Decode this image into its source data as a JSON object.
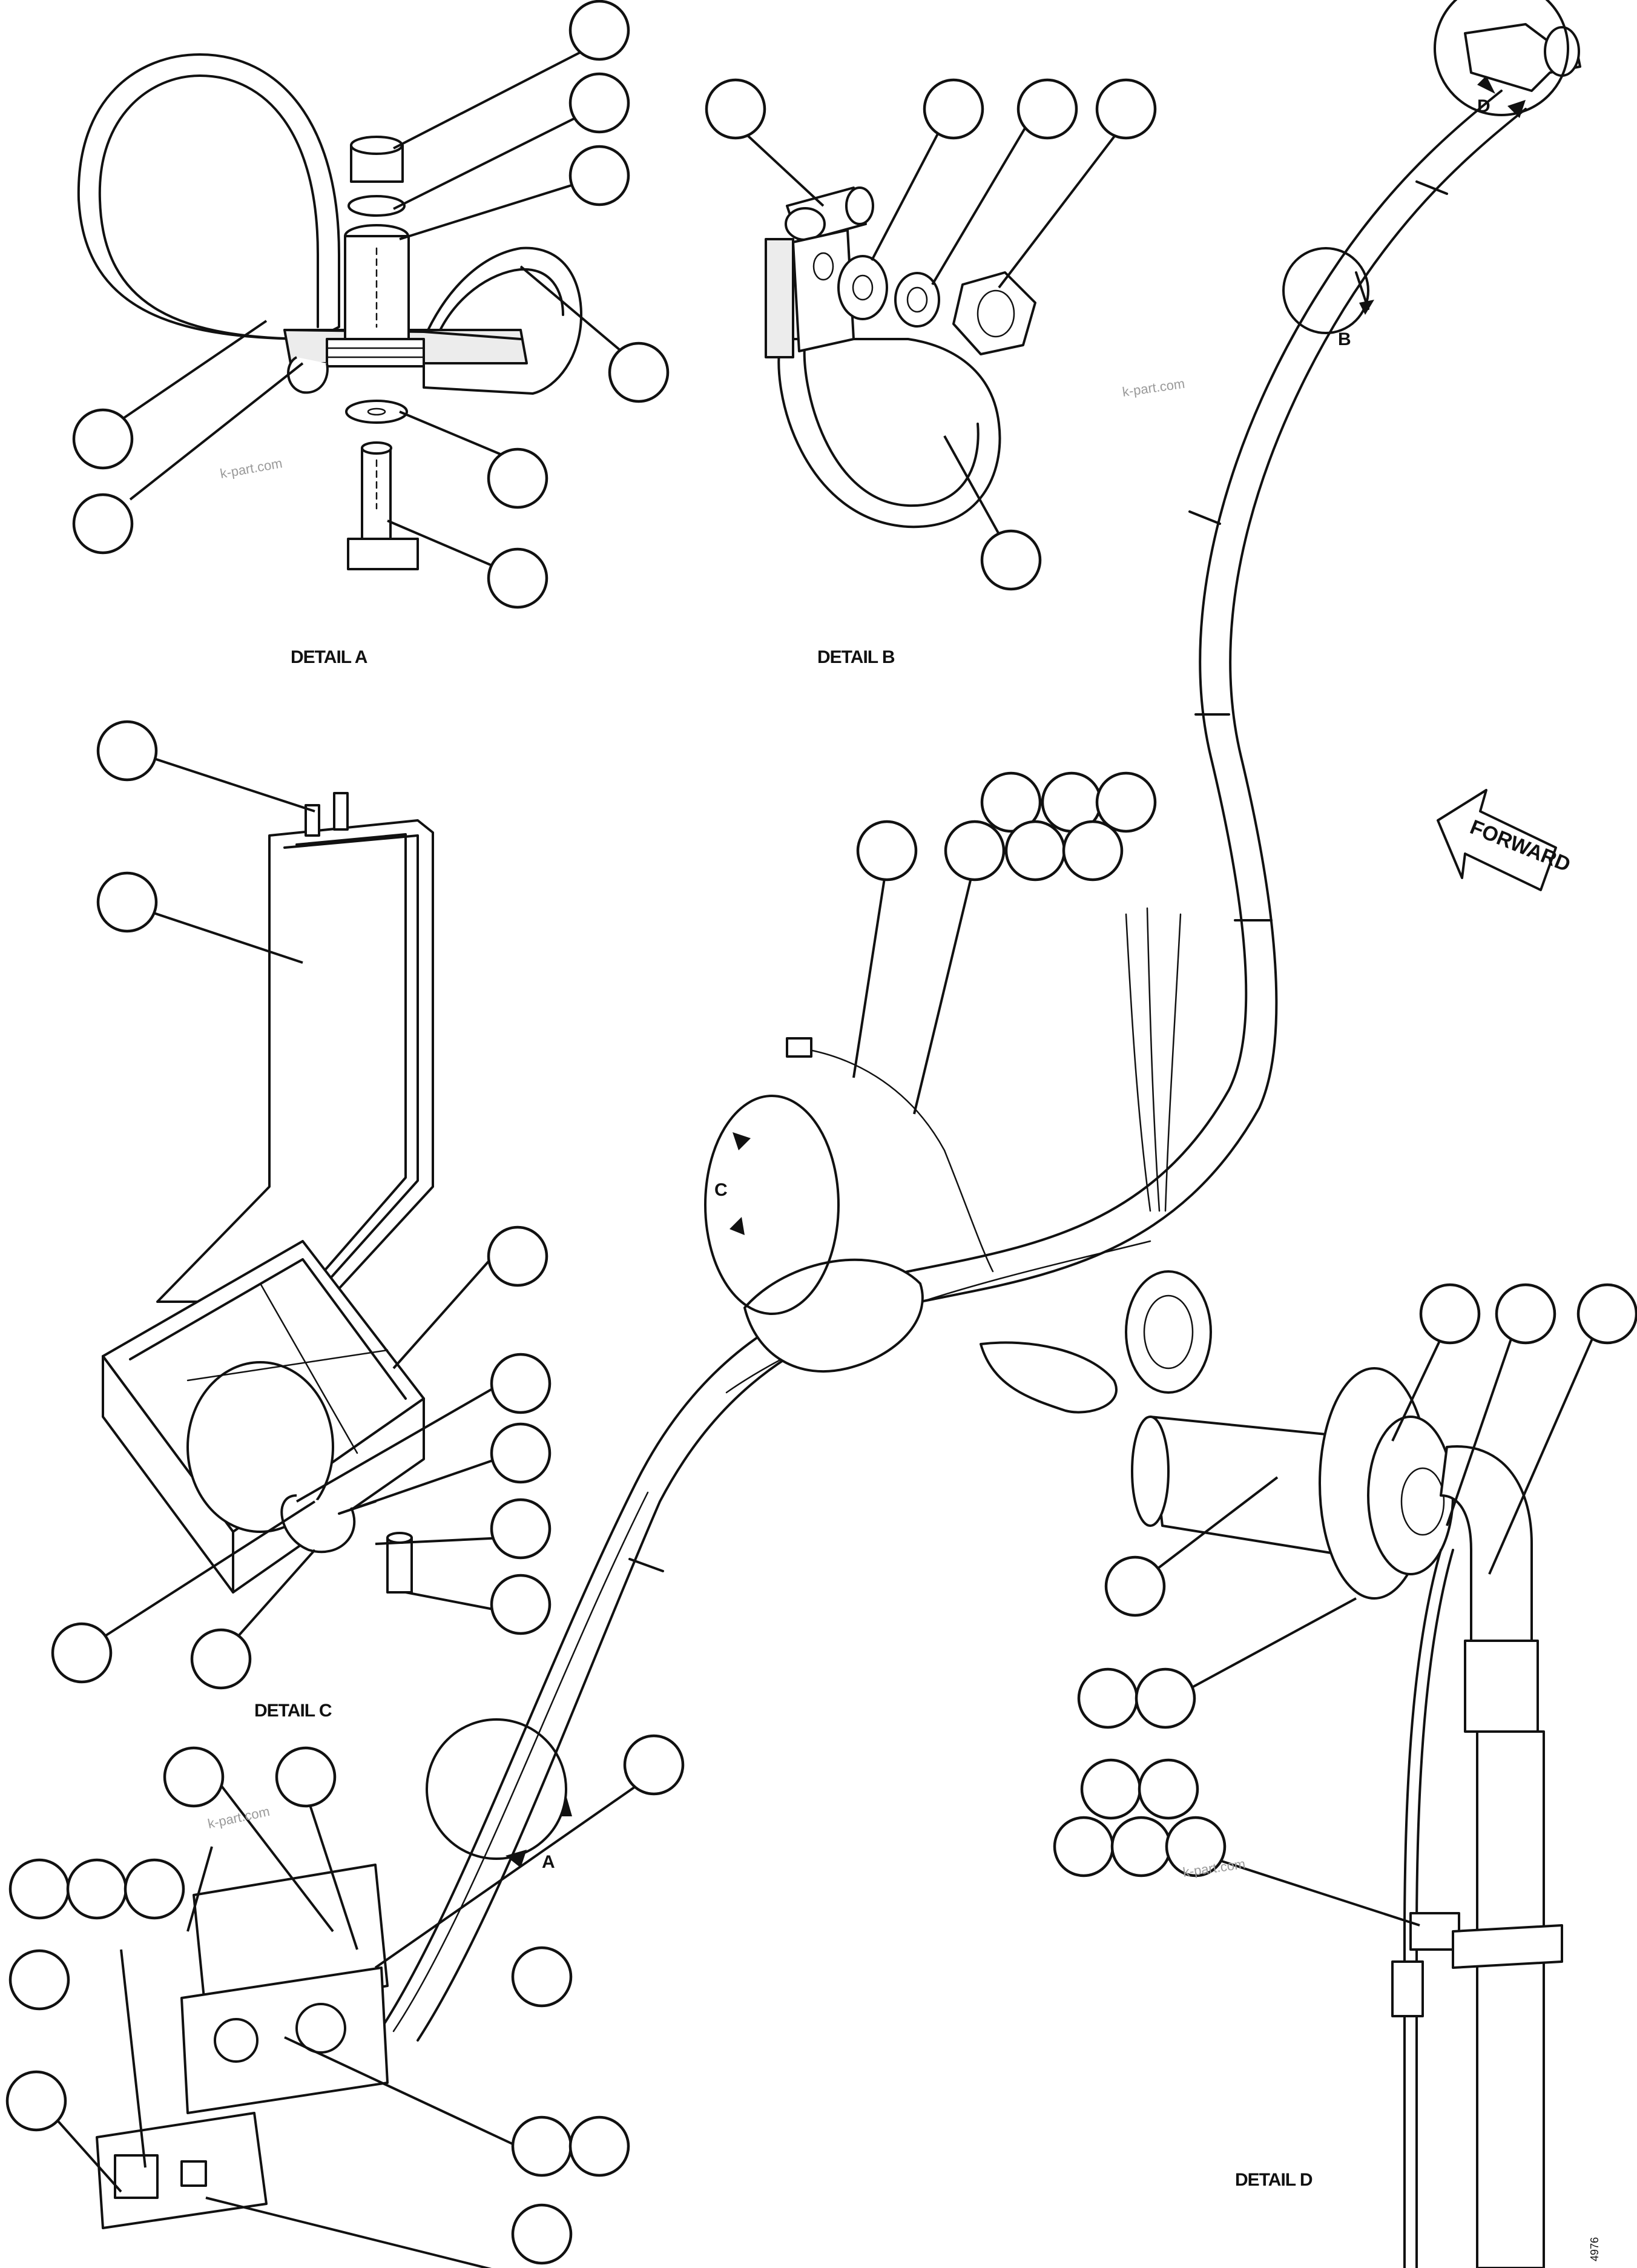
{
  "captions": {
    "detail_a": "DETAIL A",
    "detail_b": "DETAIL B",
    "detail_c": "DETAIL C",
    "detail_d": "DETAIL D"
  },
  "view_letters": {
    "a": "A",
    "b": "B",
    "c": "C",
    "d": "D"
  },
  "forward_arrow": {
    "label": "FORWARD"
  },
  "watermark": "k-part.com",
  "drawing_ref": "4976"
}
